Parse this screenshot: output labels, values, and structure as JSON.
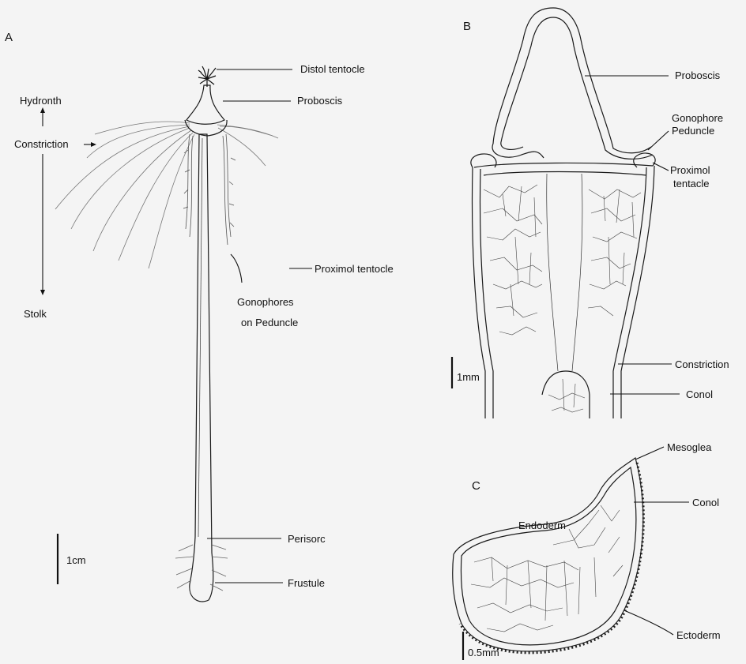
{
  "panels": {
    "A": {
      "letter": "A",
      "labels": {
        "distal_tentacle": "Distol tentocle",
        "proboscis": "Proboscis",
        "hydranth": "Hydronth",
        "constriction": "Constriction",
        "stalk": "Stolk",
        "proximal_tentacle": "Proximol tentocle",
        "gonophores_line1": "Gonophores",
        "gonophores_line2": "on Peduncle",
        "perisarc": "Perisorc",
        "frustule": "Frustule"
      },
      "scale": "1cm"
    },
    "B": {
      "letter": "B",
      "labels": {
        "proboscis": "Proboscis",
        "gonophore_line1": "Gonophore",
        "gonophore_line2": "Peduncle",
        "proximal_line1": "Proximol",
        "proximal_line2": "tentacle",
        "constriction": "Constriction",
        "canal": "Conol"
      },
      "scale": "1mm"
    },
    "C": {
      "letter": "C",
      "labels": {
        "mesoglea": "Mesoglea",
        "canal": "Conol",
        "endoderm": "Endoderm",
        "ectoderm": "Ectoderm"
      },
      "scale": "0.5mm"
    }
  }
}
